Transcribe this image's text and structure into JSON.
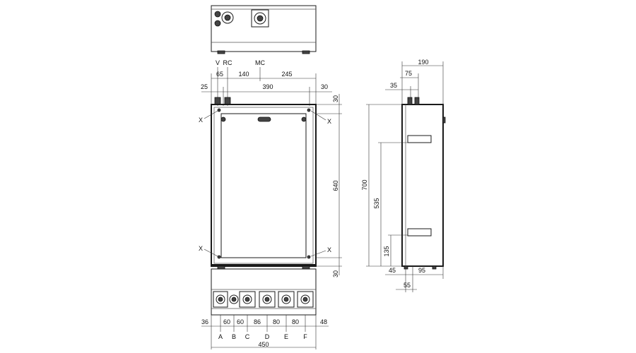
{
  "top_labels": {
    "v": "V",
    "rc": "RC",
    "mc": "MC"
  },
  "top_dims": {
    "d65": "65",
    "d140": "140",
    "d245": "245",
    "d25": "25",
    "d390": "390",
    "d30": "30"
  },
  "side_dims": {
    "d640": "640",
    "d30a": "30",
    "d30b": "30"
  },
  "x_marker": "X",
  "right_view_dims": {
    "d190": "190",
    "d75": "75",
    "d35": "35",
    "d700": "700",
    "d535": "535",
    "d135": "135",
    "d45": "45",
    "d95": "95",
    "d55": "55"
  },
  "bottom_dims": {
    "d36": "36",
    "d60a": "60",
    "d60b": "60",
    "d86": "86",
    "d80a": "80",
    "d80b": "80",
    "d48": "48",
    "d450": "450"
  },
  "connection_labels": [
    "A",
    "B",
    "C",
    "D",
    "E",
    "F"
  ]
}
